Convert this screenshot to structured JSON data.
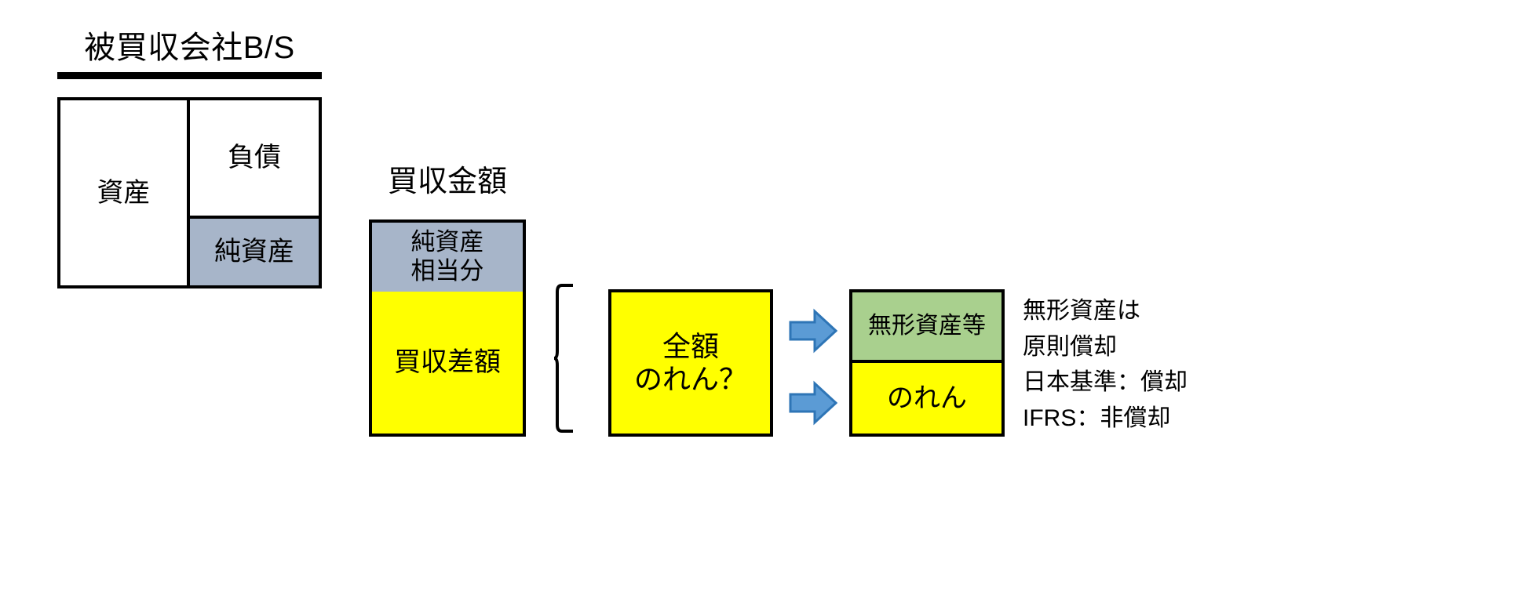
{
  "diagram": {
    "title_text": "被買収会社B/S",
    "balance_sheet": {
      "title": "被買収会社B/S",
      "assets_label": "資産",
      "liabilities_label": "負債",
      "net_assets_label": "純資産",
      "net_assets_color": "#A7B5C9"
    },
    "acquisition": {
      "title": "買収金額",
      "net_assets_portion_label": "純資産\n相当分",
      "net_assets_portion_color": "#A7B5C9",
      "difference_label": "買収差額",
      "difference_color": "#FFFF00"
    },
    "brace": {
      "name": "curly-brace-connector"
    },
    "question": {
      "label": "全額\nのれん？",
      "color": "#FFFF00"
    },
    "arrows": {
      "top_label": "arrow-to-intangible-assets",
      "bottom_label": "arrow-to-goodwill",
      "color": "#5B9BD5",
      "border_color": "#2E75B6"
    },
    "result": {
      "intangible_label": "無形資産等",
      "intangible_color": "#A9D08E",
      "goodwill_label": "のれん",
      "goodwill_color": "#FFFF00"
    },
    "notes": [
      "無形資産は",
      "原則償却",
      "日本基準：償却",
      "IFRS：非償却"
    ]
  }
}
